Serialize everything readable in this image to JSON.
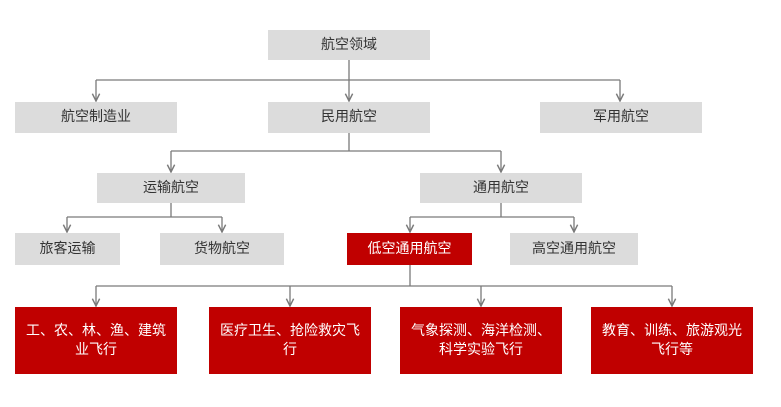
{
  "colors": {
    "gray_node": "#dcdcdc",
    "red_node": "#c00000",
    "line": "#7a7a7a"
  },
  "nodes": {
    "root": "航空领域",
    "manufacturing": "航空制造业",
    "civil": "民用航空",
    "military": "军用航空",
    "transport": "运输航空",
    "general": "通用航空",
    "passenger": "旅客运输",
    "cargo": "货物航空",
    "low_altitude": "低空通用航空",
    "high_altitude": "高空通用航空",
    "industry_flight": "工、农、林、渔、建筑业飞行",
    "medical_flight": "医疗卫生、抢险救灾飞行",
    "survey_flight": "气象探测、海洋检测、科学实验飞行",
    "education_flight": "教育、训练、旅游观光飞行等"
  }
}
